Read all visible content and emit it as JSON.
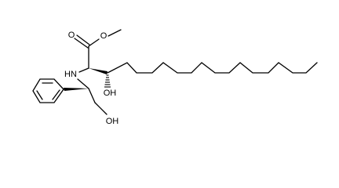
{
  "molecule": {
    "atom_labels": {
      "carbonyl_oxygen": "O",
      "ester_oxygen": "O",
      "amine": "HN",
      "beta_hydroxyl": "OH",
      "terminal_hydroxyl": "OH"
    }
  }
}
